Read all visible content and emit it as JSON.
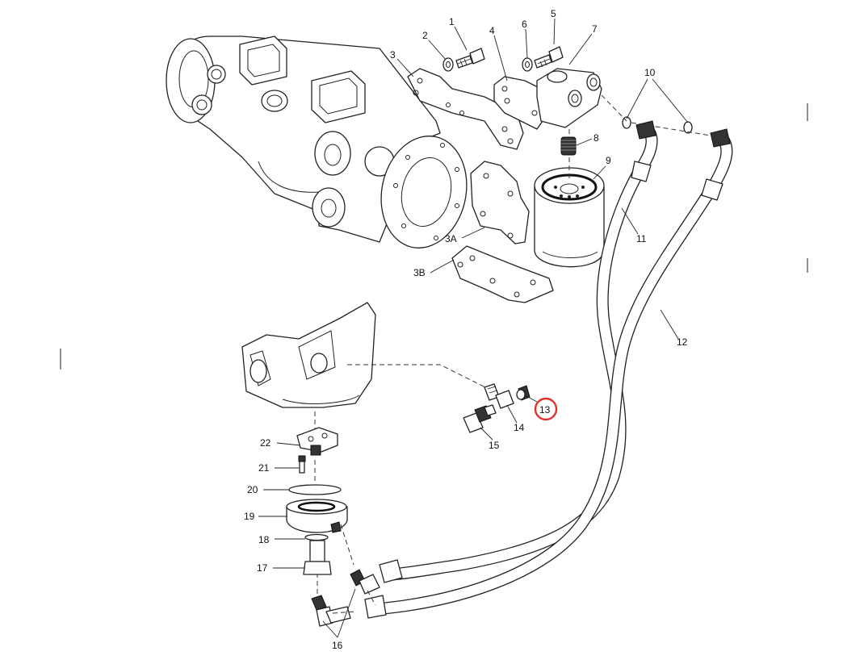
{
  "labels": {
    "l1": "1",
    "l2": "2",
    "l3": "3",
    "l3a": "3A",
    "l3b": "3B",
    "l4": "4",
    "l5": "5",
    "l6": "6",
    "l7": "7",
    "l8": "8",
    "l9": "9",
    "l10": "10",
    "l11": "11",
    "l12": "12",
    "l13": "13",
    "l14": "14",
    "l15": "15",
    "l16": "16",
    "l17": "17",
    "l18": "18",
    "l19": "19",
    "l20": "20",
    "l21": "21",
    "l22": "22"
  },
  "highlight": {
    "label": "13",
    "color": "#e0322a"
  }
}
